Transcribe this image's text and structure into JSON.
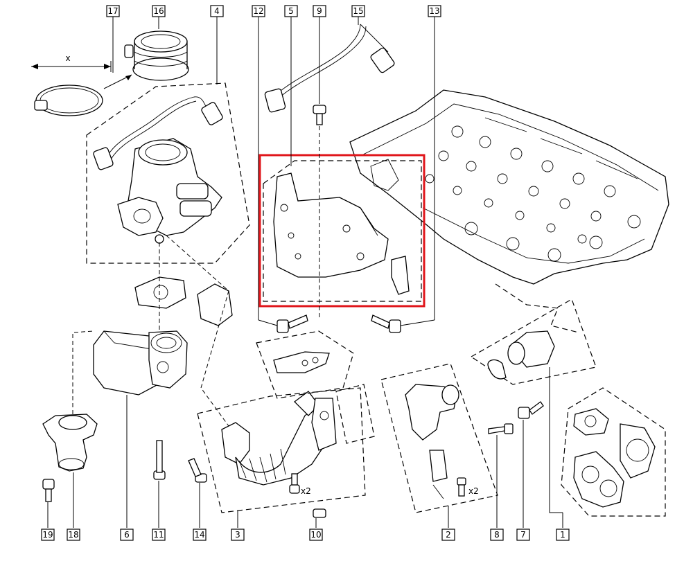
{
  "callouts": {
    "c1": "1",
    "c2": "2",
    "c3": "3",
    "c4": "4",
    "c5": "5",
    "c6": "6",
    "c7": "7",
    "c8": "8",
    "c9": "9",
    "c10": "10",
    "c11": "11",
    "c12": "12",
    "c13": "13",
    "c14": "14",
    "c15": "15",
    "c16": "16",
    "c17": "17",
    "c18": "18",
    "c19": "19"
  },
  "notes": {
    "dimension_x": "x",
    "qty_left": "x2",
    "qty_right": "x2"
  },
  "highlight": {
    "color": "#e0161b",
    "target_callout": "5"
  }
}
